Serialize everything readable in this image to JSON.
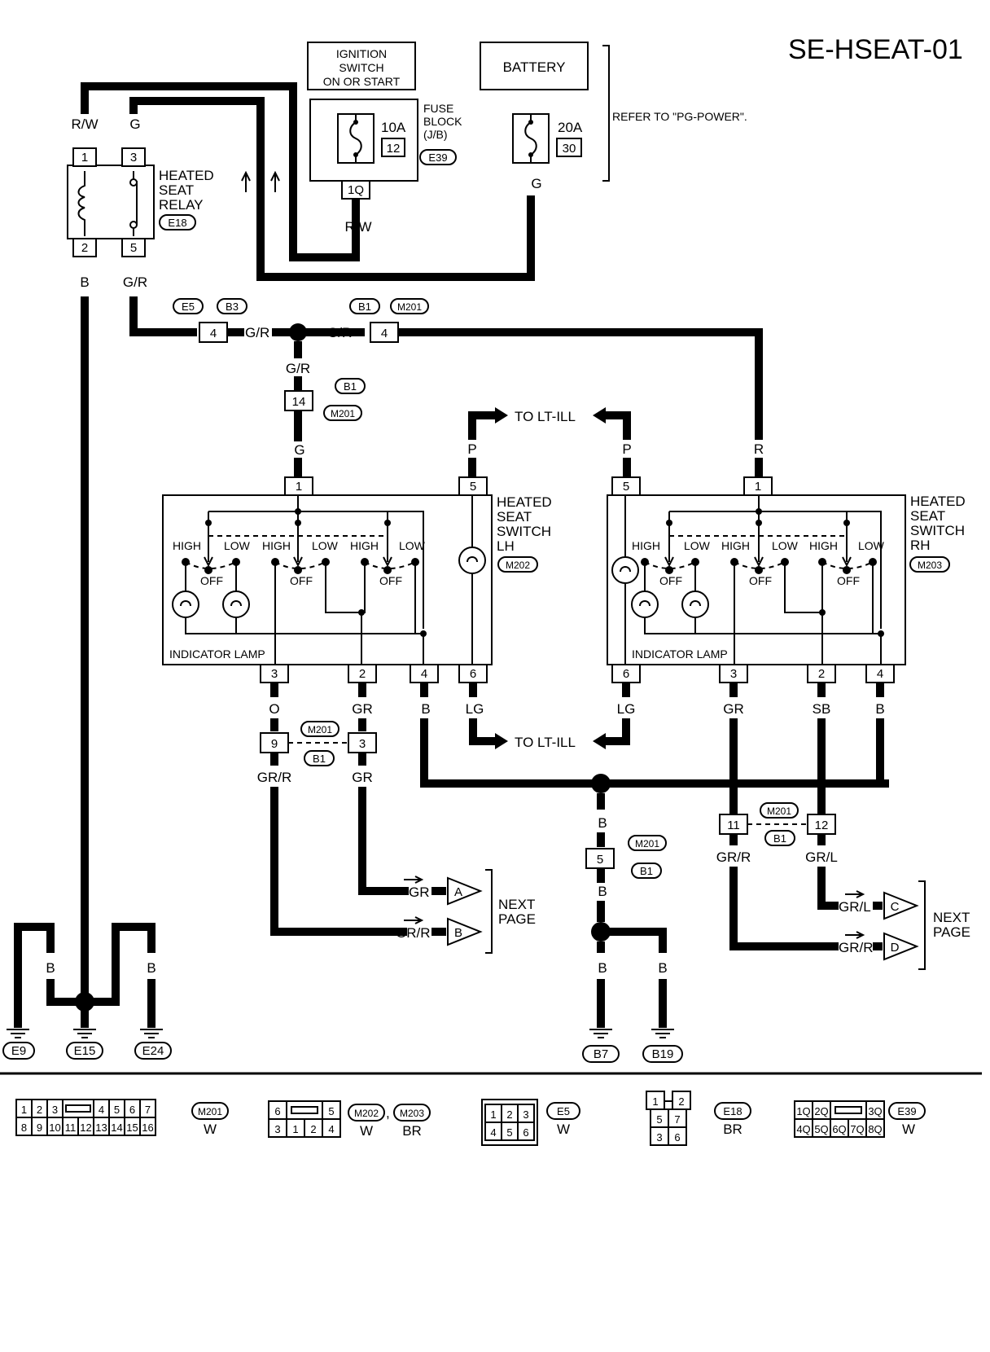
{
  "diagram_id": "SE-HSEAT-01",
  "ignition_switch": "IGNITION SWITCH ON OR START",
  "battery": "BATTERY",
  "refer": "REFER TO \"PG-POWER\".",
  "fuse_block": {
    "label": "FUSE BLOCK (J/B)",
    "fuse_amp": "10A",
    "fuse_no": "12",
    "conn": "E39",
    "pin": "1Q"
  },
  "battery_fuse": {
    "fuse_amp": "20A",
    "fuse_no": "30"
  },
  "relay": {
    "label": "HEATED SEAT RELAY",
    "conn": "E18",
    "pins": [
      "1",
      "3",
      "2",
      "5"
    ]
  },
  "switch_lh": {
    "label": "HEATED SEAT SWITCH LH",
    "conn": "M202",
    "indicator": "INDICATOR LAMP",
    "top_pins": [
      "1",
      "5"
    ],
    "bottom_pins": [
      "3",
      "2",
      "4",
      "6"
    ]
  },
  "switch_rh": {
    "label": "HEATED SEAT SWITCH RH",
    "conn": "M203",
    "indicator": "INDICATOR LAMP",
    "top_pins": [
      "5",
      "1"
    ],
    "bottom_pins": [
      "6",
      "3",
      "2",
      "4"
    ]
  },
  "switch_positions": {
    "high": "HIGH",
    "low": "LOW",
    "off": "OFF"
  },
  "wire_colors": {
    "rw": "R/W",
    "g": "G",
    "b": "B",
    "gr_r": "G/R",
    "p": "P",
    "r": "R",
    "o": "O",
    "gr": "GR",
    "lg": "LG",
    "sb": "SB",
    "grr": "GR/R",
    "grl": "GR/L"
  },
  "connectors": {
    "e5": "E5",
    "b3": "B3",
    "b1": "B1",
    "m201": "M201",
    "p4": "4",
    "p14": "14",
    "p9": "9",
    "p3": "3",
    "p5": "5",
    "p11": "11",
    "p12": "12"
  },
  "to_lt_ill": "TO LT-ILL",
  "next_page": "NEXT PAGE",
  "arrows": [
    "A",
    "B",
    "C",
    "D"
  ],
  "grounds": [
    "E9",
    "E15",
    "E24",
    "B7",
    "B19"
  ],
  "legend": {
    "m201": {
      "top": [
        "1",
        "2",
        "3",
        "4",
        "5",
        "6",
        "7"
      ],
      "bottom": [
        "8",
        "9",
        "10",
        "11",
        "12",
        "13",
        "14",
        "15",
        "16"
      ],
      "name": "M201",
      "color": "W"
    },
    "m202": {
      "top": [
        "6",
        "5"
      ],
      "bottom": [
        "3",
        "1",
        "2",
        "4"
      ],
      "name1": "M202",
      "name2": "M203",
      "color1": "W",
      "color2": "BR"
    },
    "e5": {
      "top": [
        "1",
        "2",
        "3"
      ],
      "bottom": [
        "4",
        "5",
        "6"
      ],
      "name": "E5",
      "color": "W"
    },
    "e18": {
      "top": [
        "1",
        "2"
      ],
      "mid": [
        "5",
        "7"
      ],
      "bottom": [
        "3",
        "6"
      ],
      "name": "E18",
      "color": "BR"
    },
    "e39": {
      "top": [
        "1Q",
        "2Q",
        "3Q"
      ],
      "bottom": [
        "4Q",
        "5Q",
        "6Q",
        "7Q",
        "8Q"
      ],
      "name": "E39",
      "color": "W"
    }
  }
}
